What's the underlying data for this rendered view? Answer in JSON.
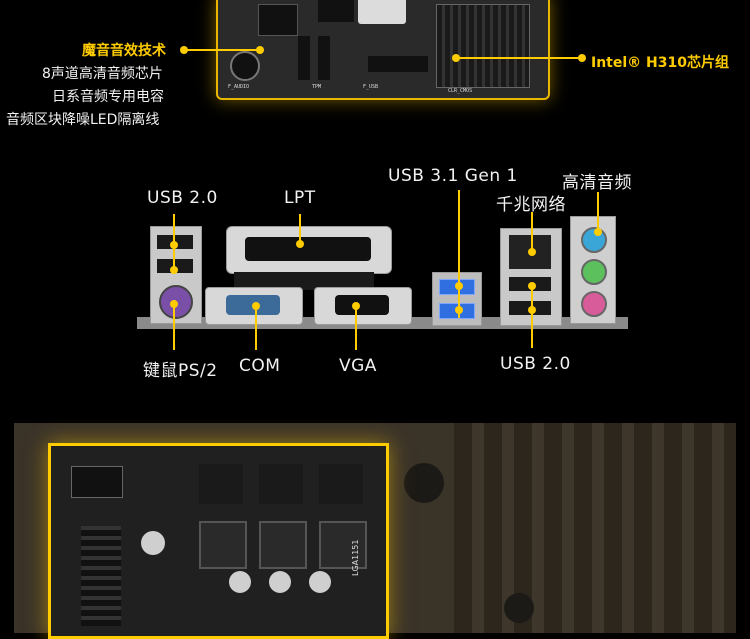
{
  "top": {
    "feature_title": "魔音音效技术",
    "feature_lines": [
      "8声道高清音频芯片",
      "日系音频专用电容",
      "音频区块降噪LED隔离线"
    ],
    "chipset_label": "Intel® H310芯片组",
    "board_labels": [
      "F_AUDIO",
      "TPM",
      "F_USB",
      "CLR_CMOS"
    ]
  },
  "io": {
    "usb20_top": "USB 2.0",
    "lpt": "LPT",
    "usb31": "USB 3.1 Gen 1",
    "gigabit_lan": "千兆网络",
    "hd_audio": "高清音频",
    "ps2": "键鼠PS/2",
    "com": "COM",
    "vga": "VGA",
    "usb20_bottom": "USB 2.0"
  },
  "bottom": {
    "socket_label": "LGA1151"
  },
  "colors": {
    "accent": "#ffcc00",
    "usb3_blue": "#2f6fe0",
    "audio_blue": "#3aa6d8",
    "audio_green": "#5cc05c",
    "audio_pink": "#d85c9a"
  }
}
